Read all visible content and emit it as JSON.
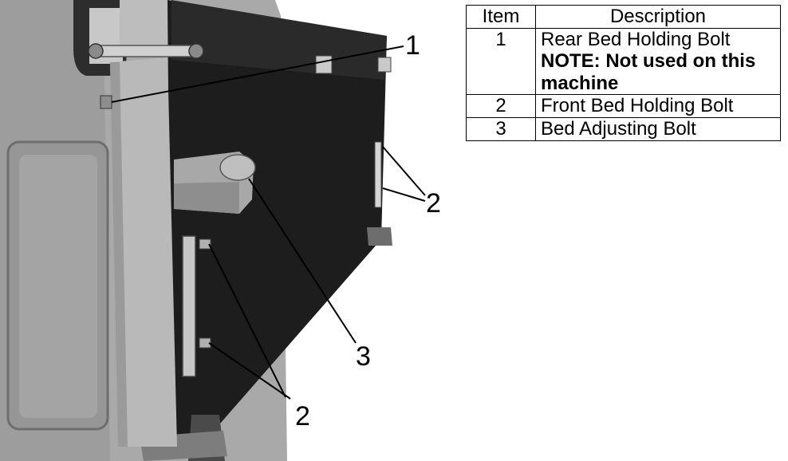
{
  "figure": {
    "callouts": [
      "1",
      "2",
      "3",
      "2"
    ]
  },
  "table": {
    "headers": {
      "item": "Item",
      "description": "Description"
    },
    "rows": [
      {
        "item": "1",
        "description": "Rear Bed Holding Bolt",
        "note": "NOTE: Not used on this machine"
      },
      {
        "item": "2",
        "description": "Front Bed Holding Bolt"
      },
      {
        "item": "3",
        "description": "Bed Adjusting Bolt"
      }
    ]
  }
}
